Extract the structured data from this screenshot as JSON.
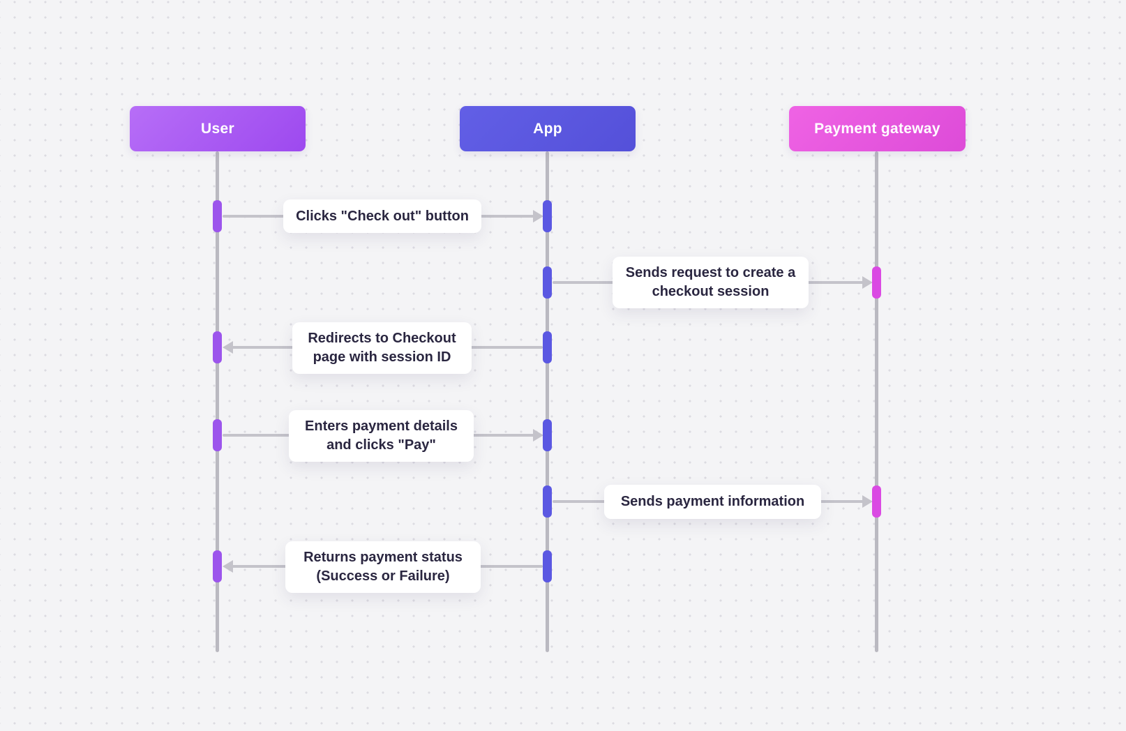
{
  "diagram": {
    "type": "sequence-diagram",
    "actors": [
      {
        "id": "user",
        "label": "User",
        "color": "#a95bf3",
        "activation_color": "#9c55ec"
      },
      {
        "id": "app",
        "label": "App",
        "color": "#5b58e0",
        "activation_color": "#5b58e2"
      },
      {
        "id": "payment-gateway",
        "label": "Payment gateway",
        "color": "#e659de",
        "activation_color": "#da4ae3"
      }
    ],
    "messages": [
      {
        "from": "User",
        "to": "App",
        "direction": "right",
        "label": "Clicks \"Check out\" button"
      },
      {
        "from": "App",
        "to": "Payment gateway",
        "direction": "right",
        "label": "Sends request to create a checkout session"
      },
      {
        "from": "App",
        "to": "User",
        "direction": "left",
        "label": "Redirects to Checkout page with session ID"
      },
      {
        "from": "User",
        "to": "App",
        "direction": "right",
        "label": "Enters payment details and clicks \"Pay\""
      },
      {
        "from": "App",
        "to": "Payment gateway",
        "direction": "right",
        "label": "Sends payment information"
      },
      {
        "from": "App",
        "to": "User",
        "direction": "left",
        "label": "Returns payment status (Success or Failure)"
      }
    ],
    "palette": {
      "background": "#f4f4f6",
      "dot_grid": "#dcdbe1",
      "lifeline": "#bab9c1",
      "arrow": "#c4c3ca",
      "label_background": "#ffffff",
      "label_text": "#2a2640"
    }
  }
}
